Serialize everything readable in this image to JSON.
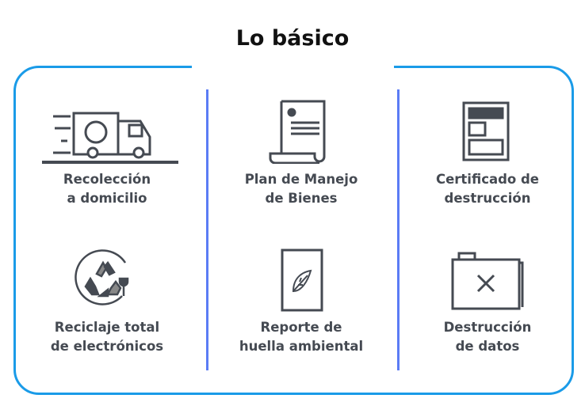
{
  "title": "Lo básico",
  "items": [
    {
      "line1": "Recolección",
      "line2": "a domicilio",
      "icon": "truck-icon"
    },
    {
      "line1": "Plan de Manejo",
      "line2": "de Bienes",
      "icon": "document-scroll-icon"
    },
    {
      "line1": "Certificado de",
      "line2": "destrucción",
      "icon": "certificate-icon"
    },
    {
      "line1": "Reciclaje total",
      "line2": "de electrónicos",
      "icon": "recycle-plug-icon"
    },
    {
      "line1": "Reporte de",
      "line2": "huella ambiental",
      "icon": "leaf-report-icon"
    },
    {
      "line1": "Destrucción",
      "line2": "de datos",
      "icon": "folder-x-icon"
    }
  ],
  "colors": {
    "border": "#1a9be8",
    "divider": "#5b7cf5",
    "icon": "#454a52"
  }
}
